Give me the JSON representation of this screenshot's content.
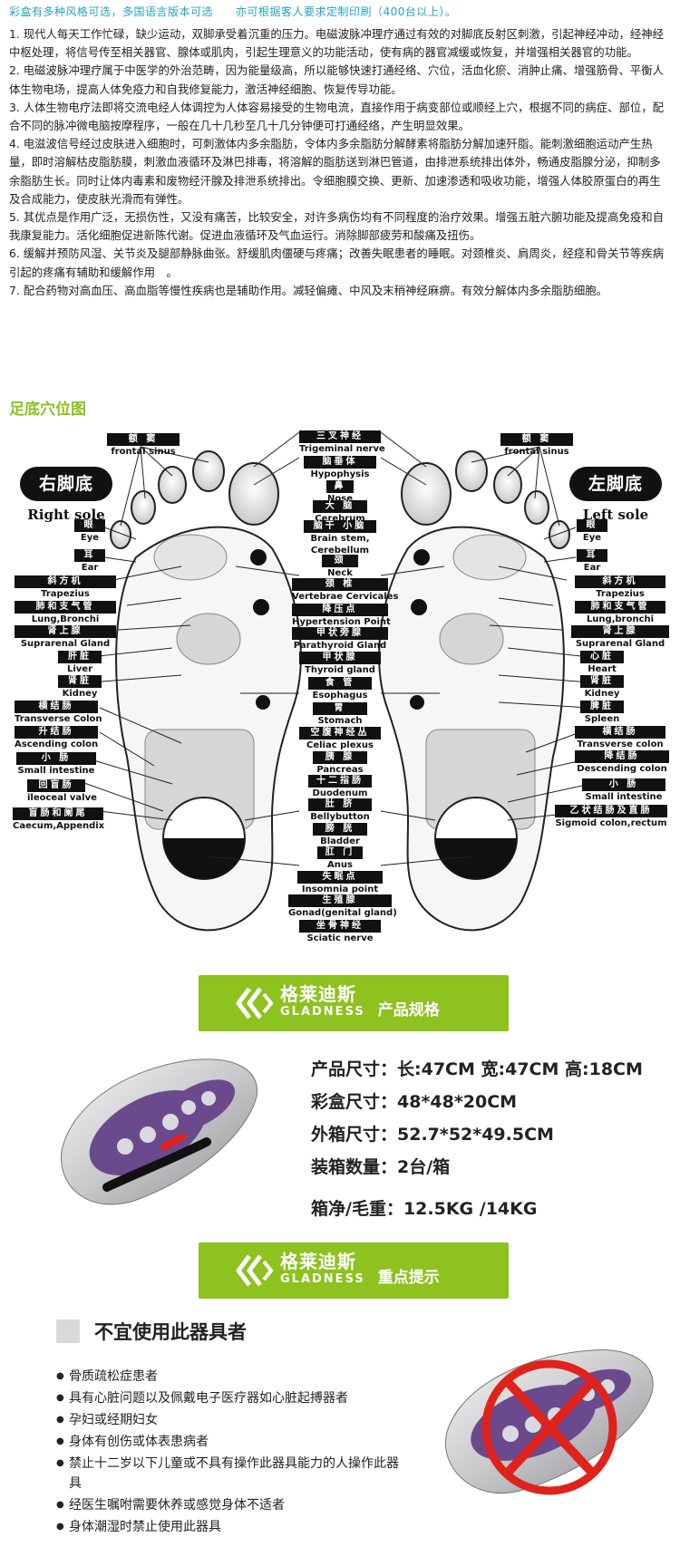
{
  "top_note": "彩盒有多种风格可选，多国语言版本可选　　亦可根据客人要求定制印刷（400台以上）。",
  "paragraphs": [
    "1. 现代人每天工作忙碌，缺少运动，双脚承受着沉重的压力。电磁波脉冲理疗通过有效的对脚底反射区刺激，引起神经冲动，经神经中枢处理，将信号传至相关器官、腺体或肌肉，引起生理意义的功能活动，使有病的器官减缓或恢复，并增强相关器官的功能。",
    "2. 电磁波脉冲理疗属于中医学的外治范畴，因为能量级高，所以能够快速打通经络、穴位，活血化瘀、消肿止痛、增强筋骨、平衡人体生物电场，提高人体免疫力和自我修复能力，激活神经细胞、恢复传导功能。",
    "3. 人体生物电疗法即将交流电经人体调控为人体容易接受的生物电流，直接作用于病变部位或顺经上穴，根据不同的病症、部位，配合不同的脉冲微电脑按摩程序，一般在几十几秒至几十几分钟便可打通经络，产生明显效果。",
    "4. 电滋波信号经过皮肤进入细胞时，可刺激体内多余脂肪，令体内多余脂肪分解酵素将脂肪分解加速歼脂。能刺激细胞运动产生热量，即时溶解枯皮脂肪膜，刺激血液循环及淋巴排毒，将溶解的脂肪送到淋巴管道，由排泄系统排出体外，畅通皮脂腺分泌，抑制多余脂肪生长。同时让体内毒素和废物经汗腺及排泄系统排出。令细胞膜交换、更新、加速渗透和吸收功能，增强人体胶原蛋白的再生及合成能力，使皮肤光滑而有弹性。",
    "5. 其优点是作用广泛，无损伤性，又没有痛苦，比较安全，对许多病伤均有不同程度的治疗效果。增强五脏六腑功能及提高免疫和自我康复能力。活化细胞促进新陈代谢。促进血液循环及气血运行。消除脚部疲劳和酸痛及扭伤。",
    "6. 缓解并预防风湿、关节炎及腿部静脉曲张。舒缓肌肉僵硬与疼痛；改善失眠患者的睡眠。对颈椎炎、肩周炎，经痉和骨关节等疾病引起的疼痛有辅助和缓解作用　。",
    "7. 配合药物对高血压、高血脂等慢性疾病也是辅助作用。减轻偏瘫、中风及末稍神经麻痹。有效分解体内多余脂肪细胞。"
  ],
  "map_title": "足底穴位图",
  "right_sole": {
    "zh": "右脚底",
    "en": "Right sole"
  },
  "left_sole": {
    "zh": "左脚底",
    "en": "Left sole"
  },
  "labels_left": [
    {
      "zh": "额 窦",
      "en": "frontal sinus"
    },
    {
      "zh": "眼",
      "en": "Eye"
    },
    {
      "zh": "耳",
      "en": "Ear"
    },
    {
      "zh": "斜方机",
      "en": "Trapezius"
    },
    {
      "zh": "肺和支气管",
      "en": "Lung,Bronchi"
    },
    {
      "zh": "肾上腺",
      "en": "Suprarenal Gland"
    },
    {
      "zh": "肝脏",
      "en": "Liver"
    },
    {
      "zh": "肾脏",
      "en": "Kidney"
    },
    {
      "zh": "横结肠",
      "en": "Transverse Colon"
    },
    {
      "zh": "升结肠",
      "en": "Ascending colon"
    },
    {
      "zh": "小 肠",
      "en": "Small intestine"
    },
    {
      "zh": "回盲肠",
      "en": "ileoceal valve"
    },
    {
      "zh": "盲肠和阑尾",
      "en": "Caecum,Appendix"
    }
  ],
  "labels_center": [
    {
      "zh": "三叉神经",
      "en": "Trigeminal nerve"
    },
    {
      "zh": "脑垂体",
      "en": "Hypophysis"
    },
    {
      "zh": "鼻",
      "en": "Nose"
    },
    {
      "zh": "大 脑",
      "en": "Cerebrum"
    },
    {
      "zh": "脑干 小脑",
      "en": "Brain stem,"
    },
    {
      "zh": "",
      "en": "Cerebellum"
    },
    {
      "zh": "颈",
      "en": "Neck"
    },
    {
      "zh": "颈 椎",
      "en": "Vertebrae Cervicales"
    },
    {
      "zh": "降压点",
      "en": "Hypertension Point"
    },
    {
      "zh": "甲状旁腺",
      "en": "Parathyroid Gland"
    },
    {
      "zh": "甲状腺",
      "en": "Thyroid gland"
    },
    {
      "zh": "食 管",
      "en": "Esophagus"
    },
    {
      "zh": "胃",
      "en": "Stomach"
    },
    {
      "zh": "空腹神经丛",
      "en": "Celiac plexus"
    },
    {
      "zh": "胰 腺",
      "en": "Pancreas"
    },
    {
      "zh": "十二指肠",
      "en": "Duodenum"
    },
    {
      "zh": "肚 脐",
      "en": "Bellybutton"
    },
    {
      "zh": "膀 胱",
      "en": "Bladder"
    },
    {
      "zh": "肛 门",
      "en": "Anus"
    },
    {
      "zh": "失眠点",
      "en": "Insomnia point"
    },
    {
      "zh": "生殖腺",
      "en": "Gonad(genital gland)"
    },
    {
      "zh": "坐骨神经",
      "en": "Sciatic nerve"
    }
  ],
  "labels_right": [
    {
      "zh": "额 窦",
      "en": "frontal sinus"
    },
    {
      "zh": "眼",
      "en": "Eye"
    },
    {
      "zh": "耳",
      "en": "Ear"
    },
    {
      "zh": "斜方机",
      "en": "Trapezius"
    },
    {
      "zh": "肺和支气管",
      "en": "Lung,bronchi"
    },
    {
      "zh": "肾上腺",
      "en": "Suprarenal Gland"
    },
    {
      "zh": "心脏",
      "en": "Heart"
    },
    {
      "zh": "肾脏",
      "en": "Kidney"
    },
    {
      "zh": "脾脏",
      "en": "Spleen"
    },
    {
      "zh": "横结肠",
      "en": "Transverse colon"
    },
    {
      "zh": "降结肠",
      "en": "Descending colon"
    },
    {
      "zh": "小 肠",
      "en": "Small intestine"
    },
    {
      "zh": "乙状结肠及直肠",
      "en": "Sigmoid colon,rectum"
    }
  ],
  "banner1": {
    "brand_zh": "格莱迪斯",
    "brand_en": "GLADNESS",
    "sub": "产品规格"
  },
  "specs": [
    "产品尺寸：长:47CM 宽:47CM 高:18CM",
    "彩盒尺寸：48*48*20CM",
    "外箱尺寸：52.7*52*49.5CM",
    "装箱数量：2台/箱",
    "箱净/毛重：12.5KG /14KG"
  ],
  "banner2": {
    "brand_zh": "格莱迪斯",
    "brand_en": "GLADNESS",
    "sub": "重点提示"
  },
  "warning": {
    "title": "不宜使用此器具者",
    "items": [
      "骨质疏松症患者",
      "具有心脏问题以及佩戴电子医疗器如心脏起搏器者",
      "孕妇或经期妇女",
      "身体有创伤或体表患病者",
      "禁止十二岁以下儿童或不具有操作此器具能力的人操作此器具",
      "经医生嘱咐需要休养或感觉身体不适者",
      "身体潮湿时禁止使用此器具"
    ]
  },
  "colors": {
    "accent_green": "#8dc21f",
    "note_blue": "#23a3c4",
    "prohibit_red": "#e0221c"
  }
}
